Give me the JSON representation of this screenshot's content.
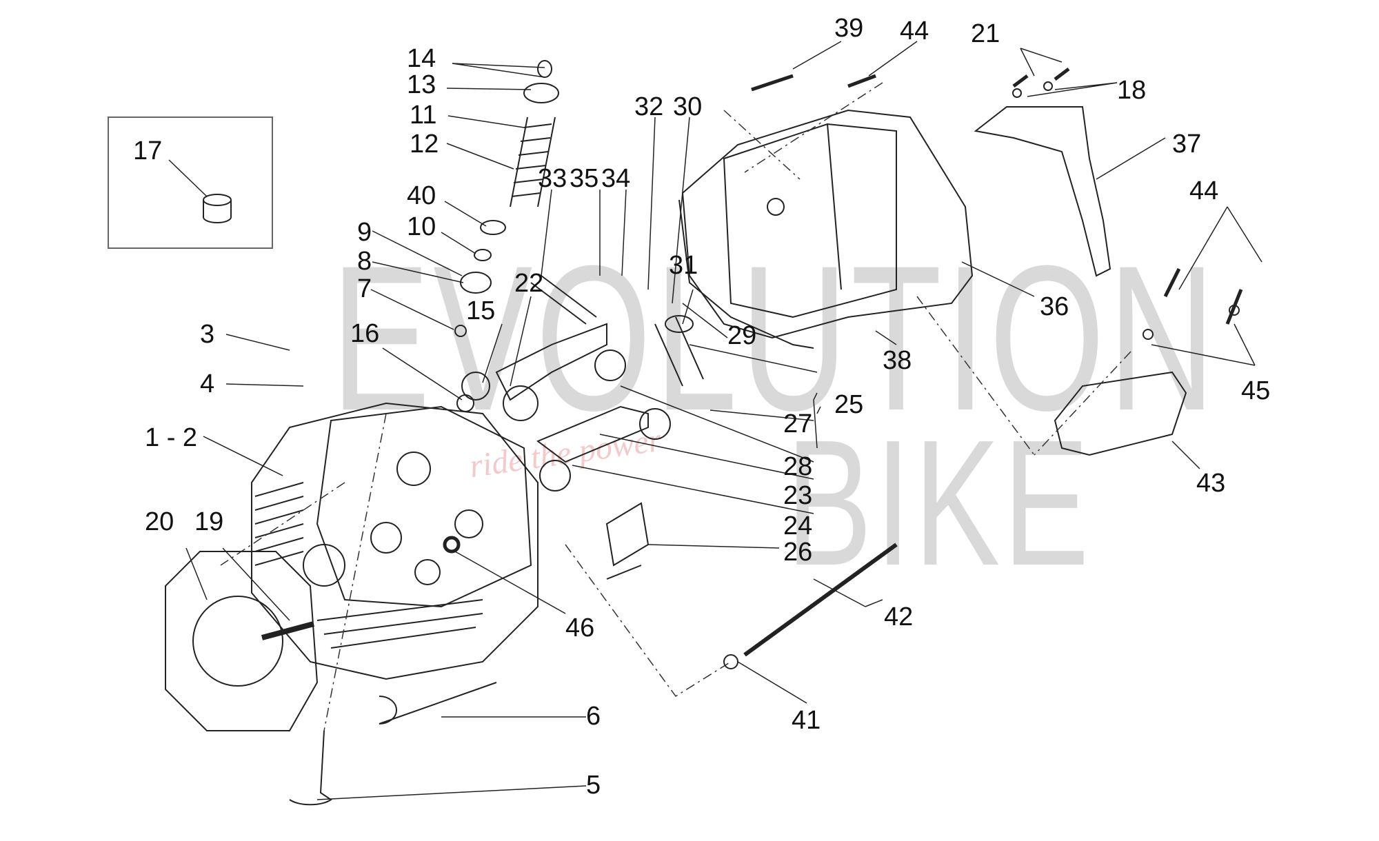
{
  "diagram": {
    "title": "Cylinder head exploded view",
    "watermark": {
      "line1": "EVOLUTION",
      "line2": "BIKE",
      "slogan": "ride the power"
    },
    "inset_label": "17",
    "labels": {
      "p14": "14",
      "p13": "13",
      "p11": "11",
      "p12": "12",
      "p40": "40",
      "p10": "10",
      "p9": "9",
      "p8": "8",
      "p7": "7",
      "p3": "3",
      "p4": "4",
      "p1_2": "1 - 2",
      "p16": "16",
      "p15": "15",
      "p22": "22",
      "p20": "20",
      "p19": "19",
      "p33": "33",
      "p35": "35",
      "p34": "34",
      "p32": "32",
      "p30": "30",
      "p31": "31",
      "p29": "29",
      "p25": "25",
      "p27": "27",
      "p28": "28",
      "p23": "23",
      "p24": "24",
      "p26": "26",
      "p46": "46",
      "p6": "6",
      "p5": "5",
      "p42": "42",
      "p41": "41",
      "p39": "39",
      "p44a": "44",
      "p21": "21",
      "p18": "18",
      "p37": "37",
      "p36": "36",
      "p38": "38",
      "p44b": "44",
      "p45": "45",
      "p43": "43"
    }
  }
}
